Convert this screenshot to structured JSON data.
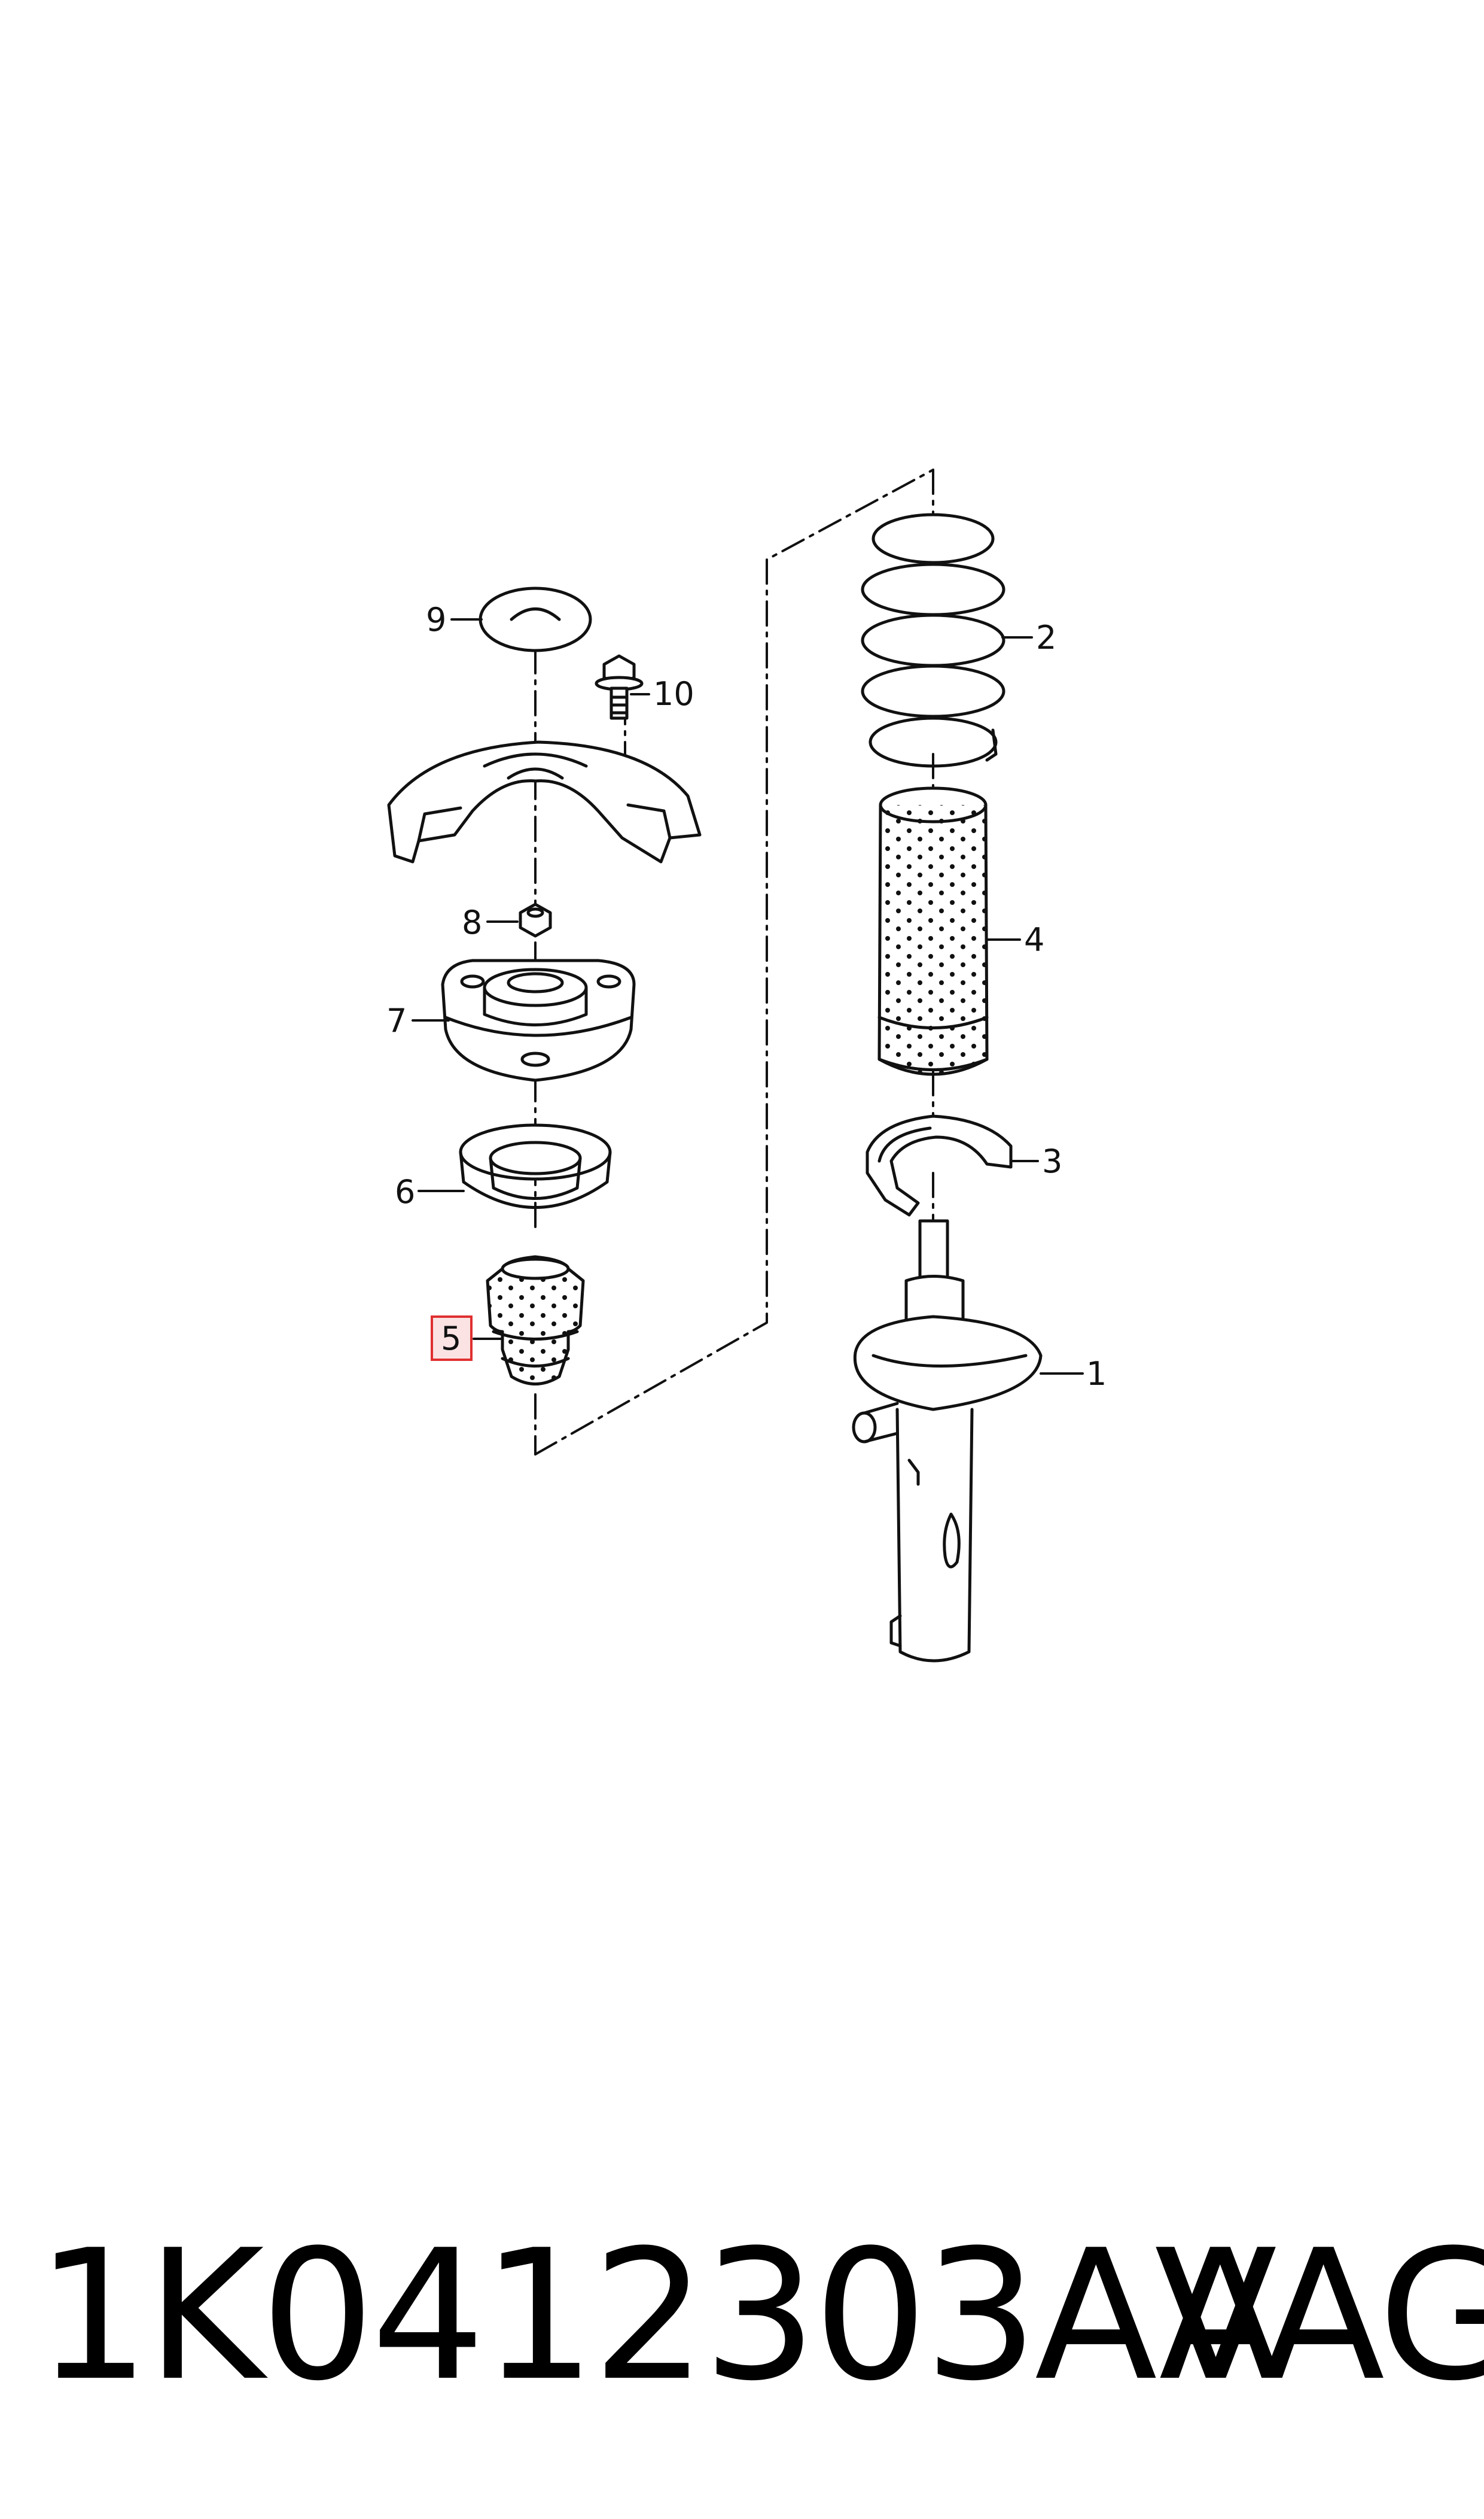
{
  "diagram": {
    "callouts": {
      "c1": "1",
      "c2": "2",
      "c3": "3",
      "c4": "4",
      "c5": "5",
      "c6": "6",
      "c7": "7",
      "c8": "8",
      "c9": "9",
      "c10": "10"
    },
    "highlighted_callout": "5",
    "highlight_color": "#e03030",
    "highlight_fill": "#fbe3e3",
    "line_color": "#111111"
  },
  "caption": {
    "part_number": "1K0412303AA",
    "brand": "VAG"
  }
}
